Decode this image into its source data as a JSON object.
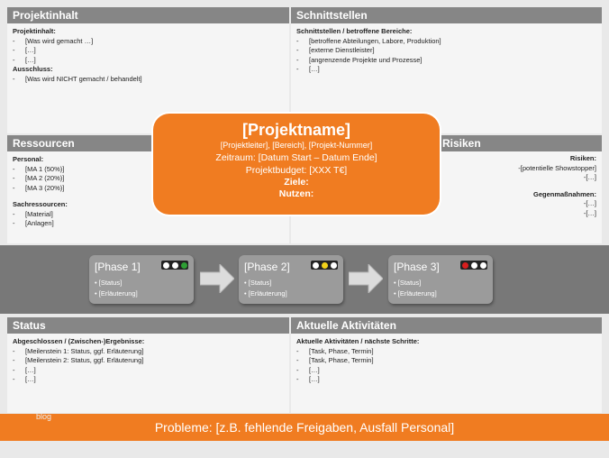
{
  "panels": {
    "projektinhalt": {
      "title": "Projektinhalt",
      "sec1": "Projektinhalt:",
      "items1": [
        "[Was wird gemacht …]",
        "[…]",
        "[…]"
      ],
      "sec2": "Ausschluss:",
      "items2": [
        "[Was wird NICHT gemacht / behandelt]"
      ]
    },
    "schnittstellen": {
      "title": "Schnittstellen",
      "sec1": "Schnittstellen / betroffene Bereiche:",
      "items1": [
        "[betroffene Abteilungen, Labore, Produktion]",
        "[externe Dienstleister]",
        "[angrenzende Projekte und Prozesse]",
        "[…]"
      ]
    },
    "ressourcen": {
      "title": "Ressourcen",
      "sec1": "Personal:",
      "items1": [
        "[MA 1 (50%)]",
        "[MA 2 (20%)]",
        "[MA 3 (20%)]"
      ],
      "sec2": "Sachressourcen:",
      "items2": [
        "[Material]",
        "[Anlagen]"
      ]
    },
    "risiken": {
      "title": "Risiken",
      "sec1": "Risiken:",
      "items1": [
        "[potentielle Showstopper]",
        "[…]"
      ],
      "sec2": "Gegenmaßnahmen:",
      "items2": [
        "[…]",
        "[…]"
      ]
    },
    "status": {
      "title": "Status",
      "sec1": "Abgeschlossen / (Zwischen-)Ergebnisse:",
      "items1": [
        "[Meilenstein 1: Status, ggf. Erläuterung]",
        "[Meilenstein 2: Status, ggf. Erläuterung]",
        "[…]",
        "[…]"
      ]
    },
    "aktivitaeten": {
      "title": "Aktuelle Aktivitäten",
      "sec1": "Aktuelle Aktivitäten / nächste Schritte:",
      "items1": [
        "[Task, Phase, Termin]",
        "[Task, Phase, Termin]",
        "[…]",
        "[…]"
      ]
    }
  },
  "center": {
    "title": "[Projektname]",
    "subtitle": "[Projektleiter], [Bereich], [Projekt-Nummer]",
    "zeitraum": "Zeitraum: [Datum Start – Datum Ende]",
    "budget": "Projektbudget: [XXX T€]",
    "ziele": "Ziele:",
    "nutzen": "Nutzen:"
  },
  "phases": [
    {
      "title": "[Phase 1]",
      "items": [
        "[Status]",
        "[Erläuterung]"
      ],
      "lights": [
        "#ffffff",
        "#ffffff",
        "#2e9e34"
      ]
    },
    {
      "title": "[Phase 2]",
      "items": [
        "[Status]",
        "[Erläuterung]"
      ],
      "lights": [
        "#ffffff",
        "#f2d21a",
        "#ffffff"
      ]
    },
    {
      "title": "[Phase 3]",
      "items": [
        "[Status]",
        "[Erläuterung]"
      ],
      "lights": [
        "#d81e1e",
        "#ffffff",
        "#ffffff"
      ]
    }
  ],
  "dash": "-",
  "bullet": "•",
  "footer": "Probleme: [z.B. fehlende Freigaben, Ausfall Personal]",
  "watermark": "blog",
  "colors": {
    "accent": "#f07c21",
    "header": "#868686",
    "band": "#787878"
  }
}
